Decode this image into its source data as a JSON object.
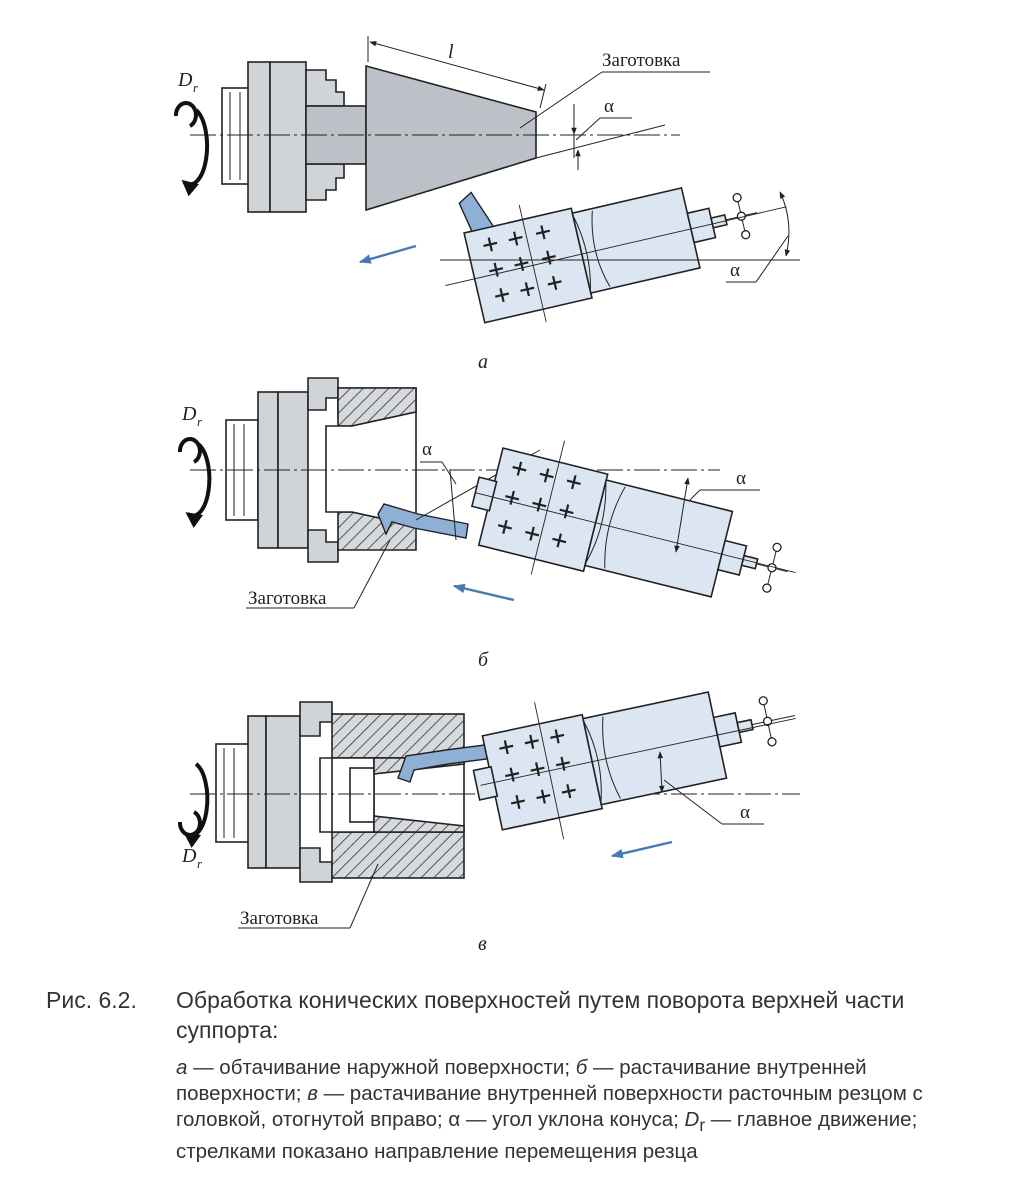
{
  "figure": {
    "a": {
      "label_workpiece": "Заготовка",
      "label_length": "l",
      "label_alpha_1": "α",
      "label_alpha_2": "α",
      "label_drive": "D",
      "label_drive_sub": "r",
      "caption": "а"
    },
    "b": {
      "label_workpiece": "Заготовка",
      "label_alpha_1": "α",
      "label_alpha_2": "α",
      "label_drive": "D",
      "label_drive_sub": "r",
      "caption": "б"
    },
    "c": {
      "label_workpiece": "Заготовка",
      "label_alpha": "α",
      "label_drive": "D",
      "label_drive_sub": "r",
      "caption": "в"
    },
    "colors": {
      "feed_arrow": "#4a78b4",
      "carriage_fill": "#dce6f3",
      "cutter_fill": "#8fb0d6",
      "chuck_fill": "#d0d4d9"
    }
  },
  "caption": {
    "label": "Рис. 6.2.",
    "title": "Обработка конических поверхностей путем поворота верхней части суппорта:",
    "desc_a_letter": "а",
    "desc_a": " — обтачивание наружной поверхности; ",
    "desc_b_letter": "б",
    "desc_b": " — растачивание внутренней поверхности; ",
    "desc_c_letter": "в",
    "desc_c": " — растачивание внутренней поверхности расточным резцом с головкой, отогнутой вправо; α — угол уклона конуса; ",
    "desc_d_letter": "D",
    "desc_d_sub": "r",
    "desc_d": " — главное движение; стрелками показано направление перемещения резца"
  }
}
